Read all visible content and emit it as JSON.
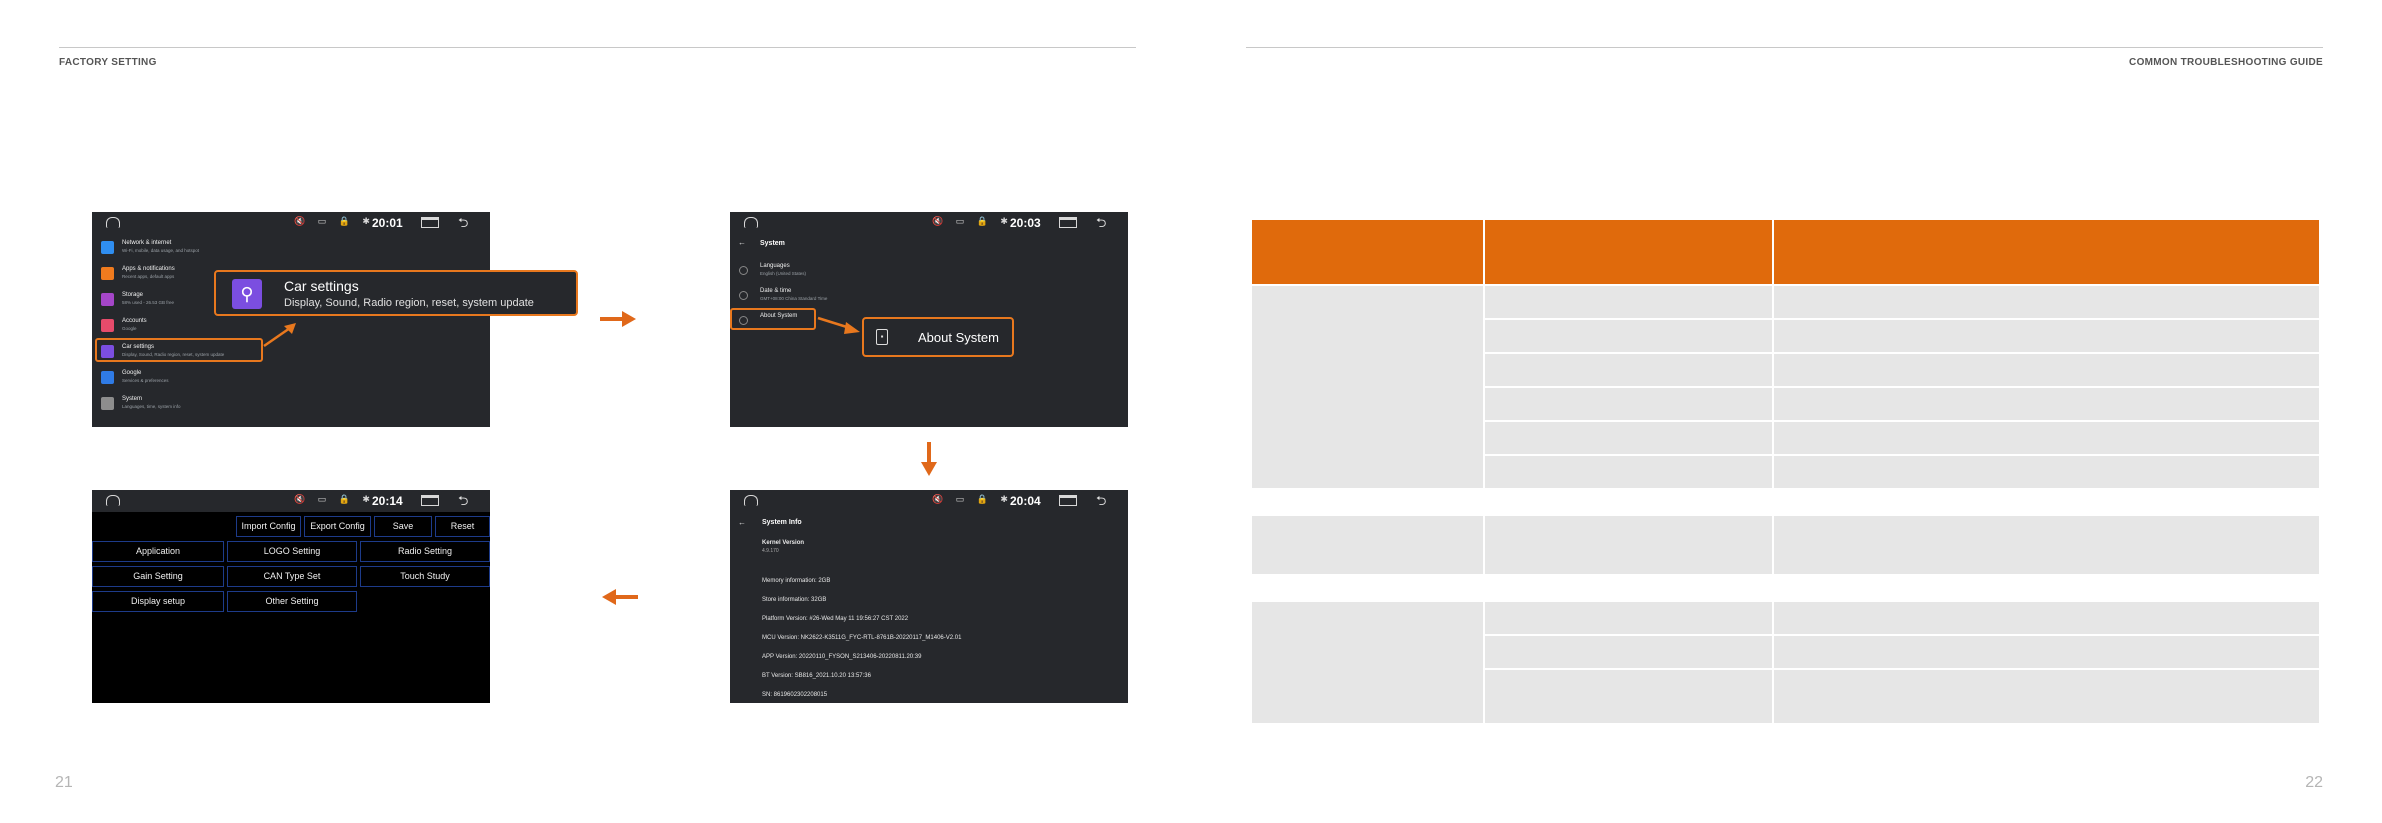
{
  "left_page": {
    "header": "FACTORY SETTING",
    "page_number": "21"
  },
  "right_page": {
    "header": "COMMON TROUBLESHOOTING GUIDE",
    "page_number": "22"
  },
  "screen1": {
    "time": "20:01",
    "items": [
      {
        "title": "Network & internet",
        "sub": "Wi-Fi, mobile, data usage, and hotspot",
        "color": "#2f8ef0"
      },
      {
        "title": "Apps & notifications",
        "sub": "Recent apps, default apps",
        "color": "#f07b1e"
      },
      {
        "title": "Storage",
        "sub": "58% used - 26.53 GB free",
        "color": "#a546c9"
      },
      {
        "title": "Accounts",
        "sub": "Google",
        "color": "#e64b6b"
      },
      {
        "title": "Car settings",
        "sub": "Display, Sound, Radio region, reset, system update",
        "color": "#7b4ee0"
      },
      {
        "title": "Google",
        "sub": "Services & preferences",
        "color": "#2f7be6"
      },
      {
        "title": "System",
        "sub": "Languages, time, system info",
        "color": "#8d8d8d"
      }
    ],
    "callout_title": "Car settings",
    "callout_sub": "Display, Sound, Radio region, reset, system update"
  },
  "screen2": {
    "time": "20:03",
    "title": "System",
    "items": [
      {
        "title": "Languages",
        "sub": "English (United States)"
      },
      {
        "title": "Date & time",
        "sub": "GMT+08:00 China Standard Time"
      },
      {
        "title": "About System",
        "sub": ""
      }
    ],
    "callout": "About System"
  },
  "screen3": {
    "time": "20:04",
    "title": "System Info",
    "lines": [
      "Kernel Version",
      "4.9.170",
      "Memory information:  2GB",
      "Store information:  32GB",
      "Platform Version:  #26-Wed May 11 19:56:27 CST 2022",
      "MCU Version:  NK2622-K3511G_FYC-RTL-8761B-20220117_M1406-V2.01",
      "APP Version:  20220110_FYSON_S213406-20220811.20:39",
      "BT Version:  SB816_2021.10.20 13:57:36",
      "SN:  8619602302208015"
    ]
  },
  "screen4": {
    "time": "20:14",
    "top_buttons": [
      "Import Config",
      "Export Config",
      "Save",
      "Reset"
    ],
    "grid_buttons": [
      "Application",
      "LOGO Setting",
      "Radio Setting",
      "Gain Setting",
      "CAN Type Set",
      "Touch Study",
      "Display setup",
      "Other Setting"
    ]
  },
  "status_icons": "🔇 ▭ 🔒 ✱",
  "arrow_glyphs": {
    "right": "➞",
    "down": "⬇",
    "left": "⬅"
  },
  "colors": {
    "accent": "#e8781e",
    "table_header": "#e06a0c",
    "table_cell": "#e6e6e6"
  }
}
